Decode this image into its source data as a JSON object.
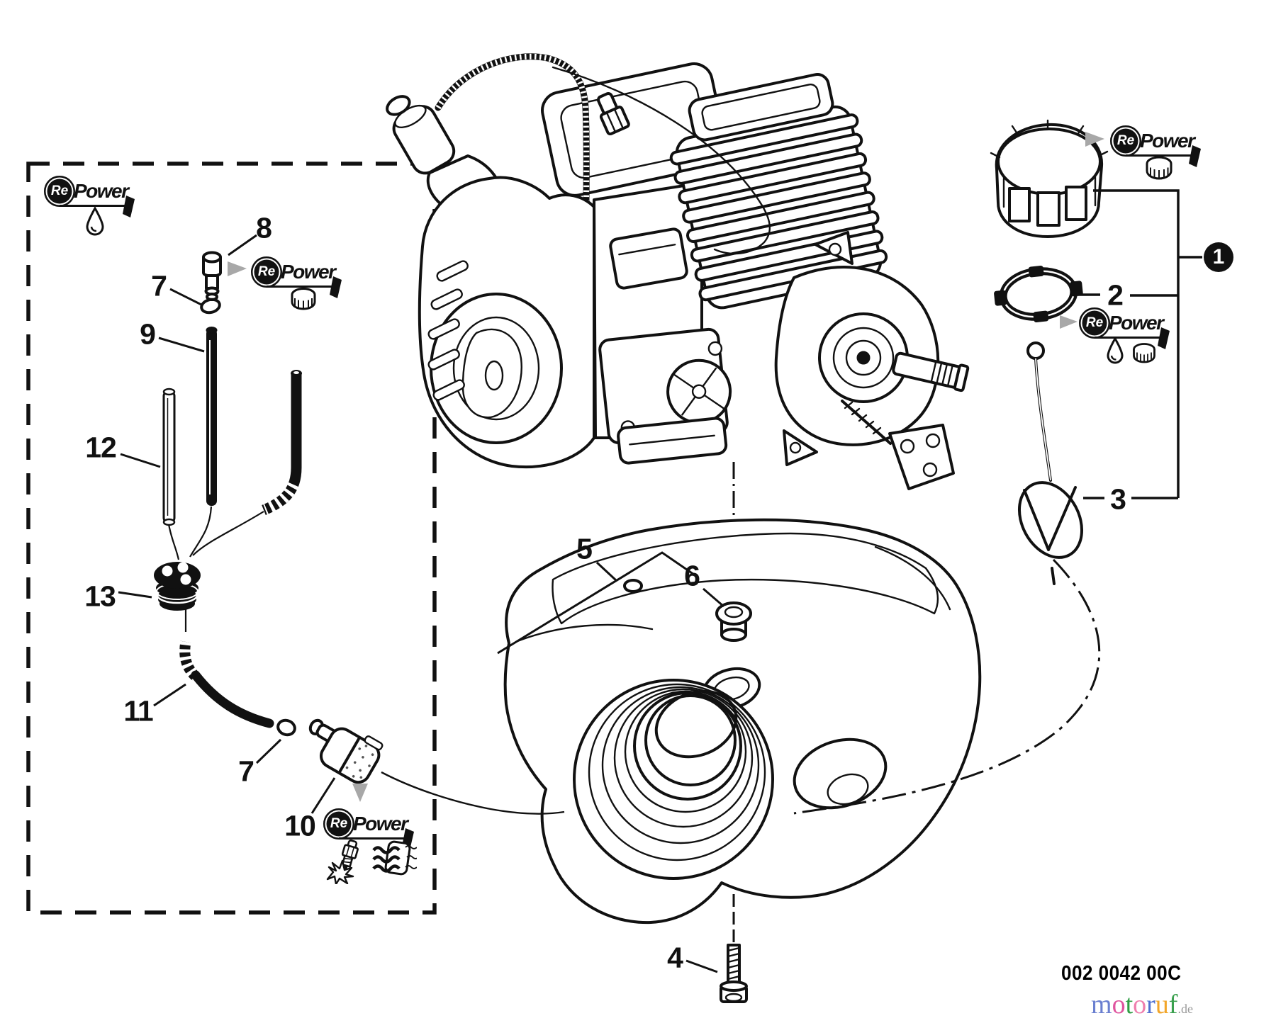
{
  "canvas": {
    "bg": "#ffffff",
    "line_color": "#111111",
    "pointer_gray": "#a8a8a8"
  },
  "document": {
    "part_number": "002 0042 00C"
  },
  "brand": {
    "re": "Re",
    "power": "Power"
  },
  "watermark": {
    "letters": [
      {
        "ch": "m",
        "color": "#6a7fd0"
      },
      {
        "ch": "o",
        "color": "#df549e"
      },
      {
        "ch": "t",
        "color": "#2f9e44"
      },
      {
        "ch": "o",
        "color": "#ef7fae"
      },
      {
        "ch": "r",
        "color": "#4f6fd0"
      },
      {
        "ch": "u",
        "color": "#f2a62a"
      },
      {
        "ch": "f",
        "color": "#3aa04e"
      }
    ],
    "suffix": ".de"
  },
  "callouts": {
    "c1": "1",
    "c2": "2",
    "c3": "3",
    "c4": "4",
    "c5": "5",
    "c6": "6",
    "c7a": "7",
    "c7b": "7",
    "c8": "8",
    "c9": "9",
    "c10": "10",
    "c11": "11",
    "c12": "12",
    "c13": "13"
  },
  "icons": {
    "droplet": "oil-drop",
    "cap": "small-fuel-cap",
    "spark_plug": "spark-plug",
    "air_filter": "air-filter",
    "pointer": "triangle-pointer",
    "flag": "assembly-pin"
  }
}
